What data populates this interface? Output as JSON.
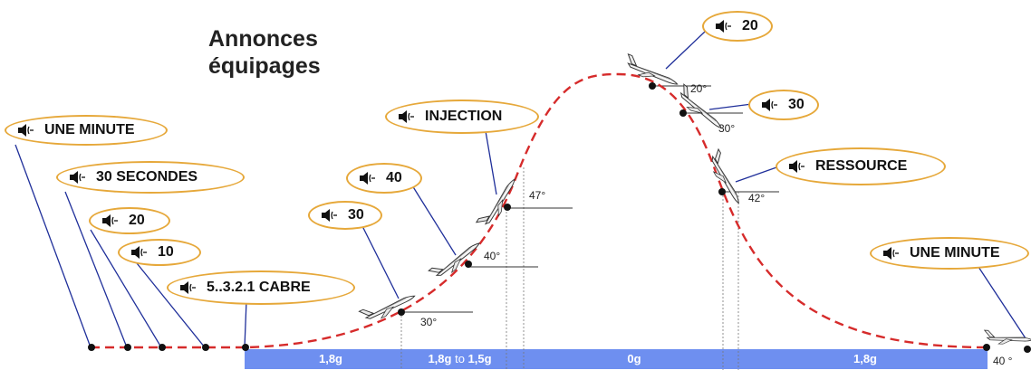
{
  "title": {
    "line1": "Annonces",
    "line2": "équipages"
  },
  "callouts": {
    "une_minute_left": "UNE MINUTE",
    "trente_secondes": "30 SECONDES",
    "vingt_left": "20",
    "dix": "10",
    "cabre": "5..3.2.1  CABRE",
    "trente_left": "30",
    "quarante": "40",
    "injection": "INJECTION",
    "vingt_top": "20",
    "trente_right": "30",
    "ressource": "RESSOURCE",
    "une_minute_right": "UNE MINUTE"
  },
  "angles": {
    "a30_climb": "30°",
    "a40": "40°",
    "a47": "47°",
    "a20": "20°",
    "a30_descent": "30°",
    "a42": "42°",
    "a40_end": "40 °"
  },
  "bar": {
    "seg1": "1,8g",
    "seg2_a": "1,8g",
    "seg2_b": "to",
    "seg2_c": "1,5g",
    "seg3": "0g",
    "seg4": "1,8g"
  },
  "colors": {
    "trajectory": "#d62b2b",
    "bar": "#6e8ff0",
    "callout_border": "#e6a83a",
    "leader": "#1f2f9a"
  },
  "icons": {
    "speaker": "speaker-icon",
    "aircraft": "aircraft-icon"
  }
}
